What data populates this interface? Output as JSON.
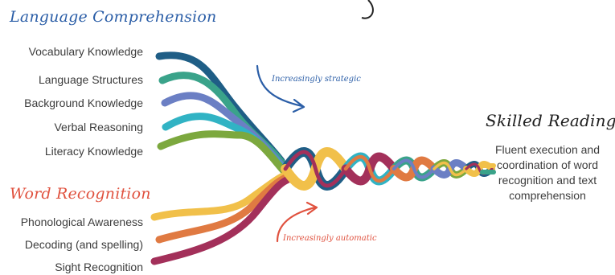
{
  "colors": {
    "language_heading": "#2b5ea7",
    "word_heading": "#e0523f",
    "strategic_note": "#2b5ea7",
    "automatic_note": "#e0523f",
    "body_text": "#3c3c3c",
    "strands": [
      "#1f5e86",
      "#3aa38a",
      "#6b7fc4",
      "#31b3c4",
      "#7ca83e",
      "#f1c04a",
      "#e07a42",
      "#a3305a"
    ]
  },
  "language_comprehension": {
    "heading": "Language Comprehension",
    "items": [
      "Vocabulary Knowledge",
      "Language Structures",
      "Background Knowledge",
      "Verbal Reasoning",
      "Literacy Knowledge"
    ]
  },
  "word_recognition": {
    "heading": "Word Recognition",
    "items": [
      "Phonological Awareness",
      "Decoding (and spelling)",
      "Sight Recognition"
    ]
  },
  "annotations": {
    "strategic": "Increasingly strategic",
    "automatic": "Increasingly automatic"
  },
  "skilled_reading": {
    "heading": "Skilled Reading",
    "description": "Fluent execution and coordination of word recognition and text comprehension"
  }
}
